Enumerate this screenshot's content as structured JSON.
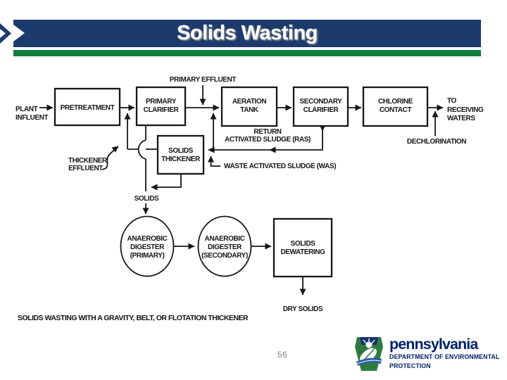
{
  "header": {
    "title": "Solids Wasting",
    "banner_color": "#1c3a6b",
    "underline_color": "#127c3c"
  },
  "diagram": {
    "caption": "SOLIDS WASTING WITH A GRAVITY, BELT, OR FLOTATION THICKENER",
    "boxes": {
      "pretreatment": {
        "lines": [
          "PRETREATMENT"
        ]
      },
      "primary_clarifier": {
        "lines": [
          "PRIMARY",
          "CLARIFIER"
        ]
      },
      "aeration_tank": {
        "lines": [
          "AERATION",
          "TANK"
        ]
      },
      "secondary_clarifier": {
        "lines": [
          "SECONDARY",
          "CLARIFIER"
        ]
      },
      "chlorine_contact": {
        "lines": [
          "CHLORINE",
          "CONTACT"
        ]
      },
      "solids_thickener": {
        "lines": [
          "SOLIDS",
          "THICKENER"
        ]
      },
      "solids_dewatering": {
        "lines": [
          "SOLIDS",
          "DEWATERING"
        ]
      },
      "digester_primary": {
        "lines": [
          "ANAEROBIC",
          "DIGESTER",
          "(PRIMARY)"
        ]
      },
      "digester_secondary": {
        "lines": [
          "ANAEROBIC",
          "DIGESTER",
          "(SECONDARY)"
        ]
      }
    },
    "labels": {
      "plant_influent": [
        "PLANT",
        "INFLUENT"
      ],
      "primary_effluent": "PRIMARY EFFLUENT",
      "to_receiving_waters": [
        "TO",
        "RECEIVING",
        "WATERS"
      ],
      "dechlorination": "DECHLORINATION",
      "return_activated_sludge": [
        "RETURN",
        "ACTIVATED SLUDGE (RAS)"
      ],
      "waste_activated_sludge": "WASTE ACTIVATED SLUDGE (WAS)",
      "thickener_effluent": [
        "THICKENER",
        "EFFLUENT"
      ],
      "solids": "SOLIDS",
      "dry_solids": "DRY SOLIDS"
    }
  },
  "footer": {
    "page_number": "56",
    "logo": {
      "brand": "pennsylvania",
      "dept_line1": "DEPARTMENT OF ENVIRONMENTAL",
      "dept_line2": "PROTECTION",
      "keystone_green": "#2c7c3f",
      "swoosh_blue": "#2a5ca8",
      "text_navy": "#00216b"
    }
  }
}
